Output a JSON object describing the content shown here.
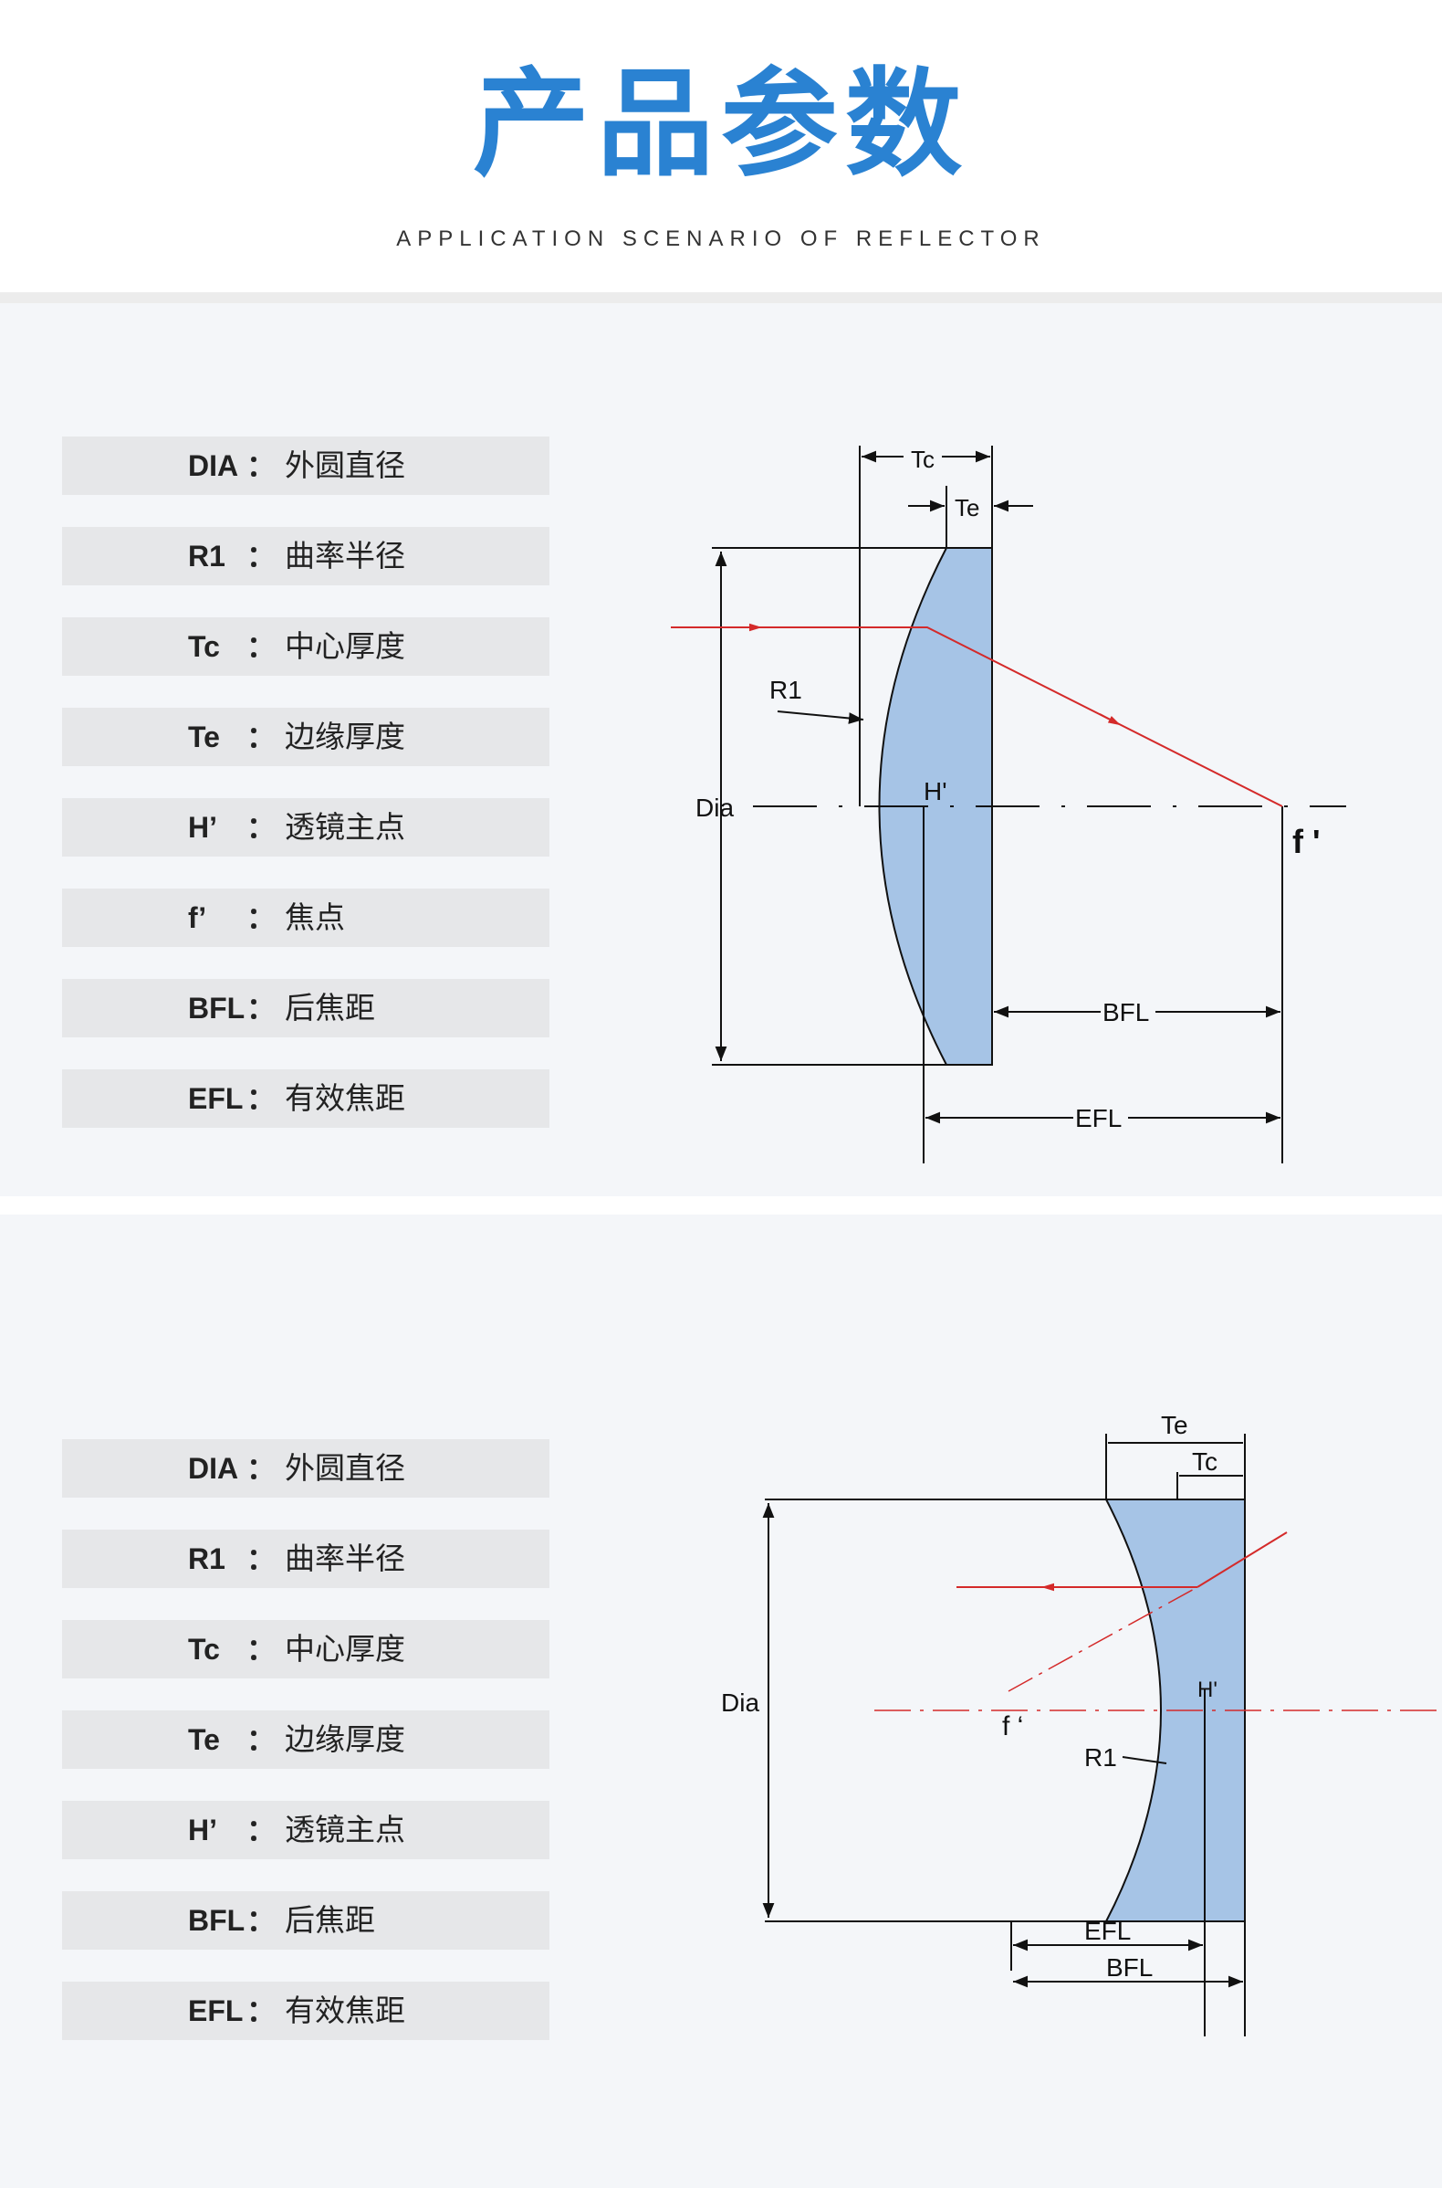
{
  "header": {
    "title": "产品参数",
    "subtitle": "APPLICATION SCENARIO OF REFLECTOR"
  },
  "colors": {
    "title": "#2a82d2",
    "lens_fill": "#a6c4e6",
    "ray": "#d42a2a",
    "param_row_bg": "#e6e7e9"
  },
  "section1": {
    "params": [
      {
        "code": "DIA",
        "colon": "：",
        "desc": "外圆直径"
      },
      {
        "code": "R1",
        "colon": "：",
        "desc": "曲率半径"
      },
      {
        "code": "Tc",
        "colon": "：",
        "desc": "中心厚度"
      },
      {
        "code": "Te",
        "colon": "：",
        "desc": "边缘厚度"
      },
      {
        "code": "H’",
        "colon": "：",
        "desc": "透镜主点"
      },
      {
        "code": "f’",
        "colon": "：",
        "desc": "焦点"
      },
      {
        "code": "BFL",
        "colon": "：",
        "desc": "后焦距"
      },
      {
        "code": "EFL",
        "colon": "：",
        "desc": "有效焦距"
      }
    ],
    "diagram_labels": {
      "tc": "Tc",
      "te": "Te",
      "r1": "R1",
      "dia": "Dia",
      "h": "H'",
      "f": "f '",
      "bfl": "BFL",
      "efl": "EFL"
    }
  },
  "section2": {
    "params": [
      {
        "code": "DIA",
        "colon": "：",
        "desc": "外圆直径"
      },
      {
        "code": "R1",
        "colon": "：",
        "desc": "曲率半径"
      },
      {
        "code": "Tc",
        "colon": "：",
        "desc": "中心厚度"
      },
      {
        "code": "Te",
        "colon": "：",
        "desc": "边缘厚度"
      },
      {
        "code": "H’",
        "colon": "：",
        "desc": "透镜主点"
      },
      {
        "code": "BFL",
        "colon": "：",
        "desc": "后焦距"
      },
      {
        "code": "EFL",
        "colon": "：",
        "desc": "有效焦距"
      }
    ],
    "diagram_labels": {
      "te": "Te",
      "tc": "Tc",
      "dia": "Dia",
      "h": "H'",
      "f": "f ‘",
      "r1": "R1",
      "efl": "EFL",
      "bfl": "BFL"
    }
  }
}
